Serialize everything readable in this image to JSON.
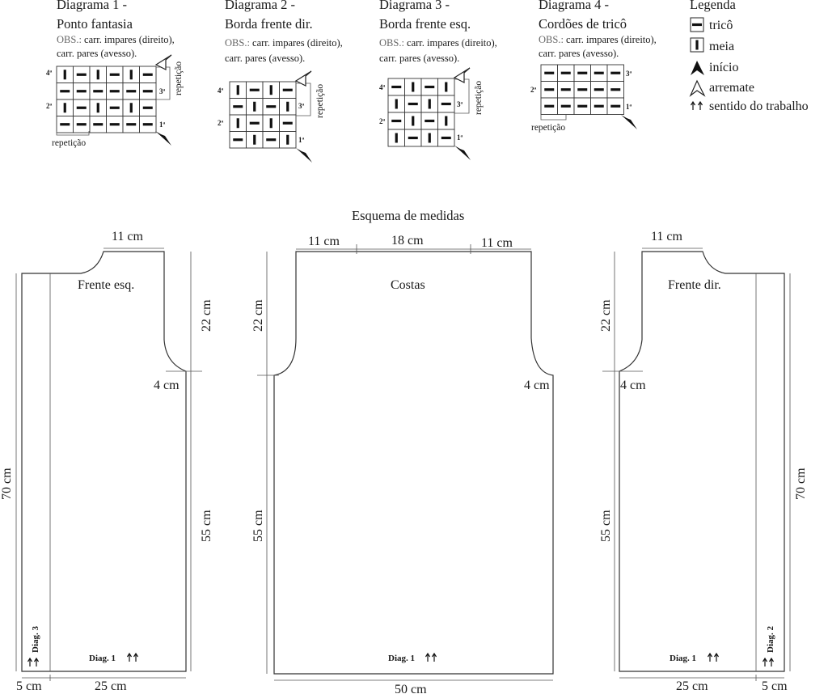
{
  "diagrams": [
    {
      "title": "Diagrama 1 -",
      "subtitle": "Ponto fantasia",
      "obs_label": "OBS.:",
      "obs_text": " carr. impares (direito),",
      "obs_line2": "carr. pares (avesso).",
      "grid": [
        [
          "I",
          "—",
          "I",
          "—",
          "I",
          "—"
        ],
        [
          "—",
          "—",
          "—",
          "—",
          "—",
          "—"
        ],
        [
          "I",
          "—",
          "I",
          "—",
          "I",
          "—"
        ],
        [
          "—",
          "—",
          "—",
          "—",
          "—",
          "—"
        ]
      ],
      "rows": [
        "4ª",
        "3ª",
        "2ª",
        "1ª"
      ],
      "repetition_h": "repetição",
      "repetition_v": "repetição"
    },
    {
      "title": "Diagrama 2 -",
      "subtitle": "Borda frente dir.",
      "obs_label": "OBS.:",
      "obs_text": " carr. impares (direito),",
      "obs_line2": "carr. pares (avesso).",
      "grid": [
        [
          "I",
          "—",
          "I",
          "—"
        ],
        [
          "—",
          "I",
          "—",
          "I"
        ],
        [
          "I",
          "—",
          "I",
          "—"
        ],
        [
          "—",
          "I",
          "—",
          "I"
        ]
      ],
      "rows": [
        "4ª",
        "3ª",
        "2ª",
        "1ª"
      ],
      "repetition_v": "repetição"
    },
    {
      "title": "Diagrama 3 -",
      "subtitle": "Borda frente esq.",
      "obs_label": "OBS.:",
      "obs_text": " carr. impares (direito),",
      "obs_line2": "carr. pares (avesso).",
      "grid": [
        [
          "—",
          "I",
          "—",
          "I"
        ],
        [
          "I",
          "—",
          "I",
          "—"
        ],
        [
          "—",
          "I",
          "—",
          "I"
        ],
        [
          "I",
          "—",
          "I",
          "—"
        ]
      ],
      "rows": [
        "4ª",
        "3ª",
        "2ª",
        "1ª"
      ],
      "repetition_v": "repetição"
    },
    {
      "title": "Diagrama 4 -",
      "subtitle": "Cordões de tricô",
      "obs_label": "OBS.:",
      "obs_text": " carr. impares (direito),",
      "obs_line2": "carr. pares (avesso).",
      "grid": [
        [
          "—",
          "—",
          "—",
          "—",
          "—"
        ],
        [
          "—",
          "—",
          "—",
          "—",
          "—"
        ],
        [
          "—",
          "—",
          "—",
          "—",
          "—"
        ]
      ],
      "rows": [
        "3ª",
        "2ª",
        "1ª"
      ],
      "repetition_h": "repetição"
    }
  ],
  "legend": {
    "title": "Legenda",
    "items": [
      {
        "symbol": "tric-icon",
        "label": "tricô"
      },
      {
        "symbol": "meia-icon",
        "label": "meia"
      },
      {
        "symbol": "start-arrow-icon",
        "label": "início"
      },
      {
        "symbol": "finish-arrow-icon",
        "label": "arremate"
      },
      {
        "symbol": "direction-arrows-icon",
        "label": "sentido do trabalho"
      }
    ]
  },
  "schema": {
    "title": "Esquema de medidas",
    "left_panel": {
      "label": "Frente esq.",
      "neck": "11 cm",
      "armhole_height": "22 cm",
      "shoulder_step": "4 cm",
      "side_height": "55 cm",
      "total_height": "70 cm",
      "border_width": "5 cm",
      "body_width": "25 cm",
      "diag_main": "Diag. 1",
      "diag_border": "Diag. 3"
    },
    "back_panel": {
      "label": "Costas",
      "shoulder_left": "11 cm",
      "neck_width": "18 cm",
      "shoulder_right": "11 cm",
      "armhole_height_left": "22 cm",
      "side_height_left": "55 cm",
      "shoulder_step": "4 cm",
      "bottom_width": "50 cm",
      "diag_main": "Diag. 1"
    },
    "right_panel": {
      "label": "Frente dir.",
      "neck": "11 cm",
      "armhole_height": "22 cm",
      "shoulder_step": "4 cm",
      "side_height": "55 cm",
      "total_height": "70 cm",
      "body_width": "25 cm",
      "border_width": "5 cm",
      "diag_main": "Diag. 1",
      "diag_border": "Diag. 2"
    }
  }
}
